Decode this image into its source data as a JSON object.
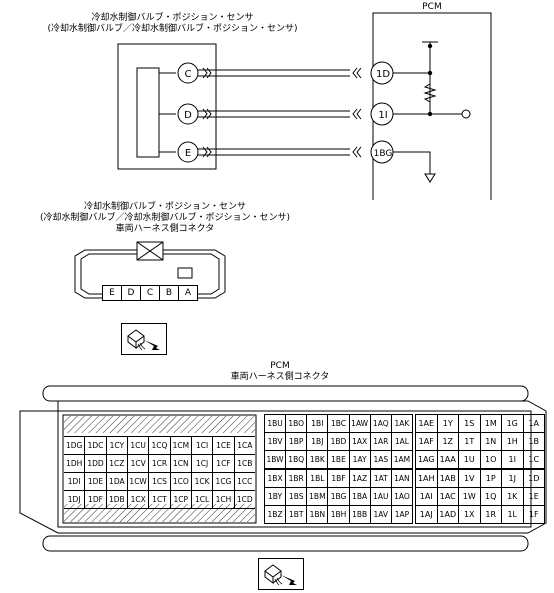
{
  "wiring": {
    "sensor_title_1": "冷却水制御バルブ・ポジション・センサ",
    "sensor_title_2": "(冷却水制御バルブ／冷却水制御バルブ・ポジション・センサ)",
    "pcm_title": "PCM",
    "sensor_pins": [
      "C",
      "D",
      "E"
    ],
    "pcm_pins": [
      "1D",
      "1I",
      "1BG"
    ]
  },
  "sensor_connector": {
    "title_1": "冷却水制御バルブ・ポジション・センサ",
    "title_2": "(冷却水制御バルブ／冷却水制御バルブ・ポジション・センサ)",
    "title_3": "車両ハーネス側コネクタ",
    "pins": [
      "E",
      "D",
      "C",
      "B",
      "A"
    ]
  },
  "pcm_connector": {
    "title_1": "PCM",
    "title_2": "車両ハーネス側コネクタ",
    "left_block": [
      [
        "1DG",
        "1DC",
        "1CY",
        "1CU",
        "1CQ",
        "1CM",
        "1CI",
        "1CE",
        "1CA"
      ],
      [
        "1DH",
        "1DD",
        "1CZ",
        "1CV",
        "1CR",
        "1CN",
        "1CJ",
        "1CF",
        "1CB"
      ],
      [
        "1DI",
        "1DE",
        "1DA",
        "1CW",
        "1CS",
        "1CO",
        "1CK",
        "1CG",
        "1CC"
      ],
      [
        "1DJ",
        "1DF",
        "1DB",
        "1CX",
        "1CT",
        "1CP",
        "1CL",
        "1CH",
        "1CD"
      ]
    ],
    "mid_block": [
      [
        "1BU",
        "1BO",
        "1BI",
        "1BC",
        "1AW",
        "1AQ",
        "1AK"
      ],
      [
        "1BV",
        "1BP",
        "1BJ",
        "1BD",
        "1AX",
        "1AR",
        "1AL"
      ],
      [
        "1BW",
        "1BQ",
        "1BK",
        "1BE",
        "1AY",
        "1AS",
        "1AM"
      ],
      [
        "1BX",
        "1BR",
        "1BL",
        "1BF",
        "1AZ",
        "1AT",
        "1AN"
      ],
      [
        "1BY",
        "1BS",
        "1BM",
        "1BG",
        "1BA",
        "1AU",
        "1AO"
      ],
      [
        "1BZ",
        "1BT",
        "1BN",
        "1BH",
        "1BB",
        "1AV",
        "1AP"
      ]
    ],
    "right_block": [
      [
        "1AE",
        "1Y",
        "1S",
        "1M",
        "1G",
        "1A"
      ],
      [
        "1AF",
        "1Z",
        "1T",
        "1N",
        "1H",
        "1B"
      ],
      [
        "1AG",
        "1AA",
        "1U",
        "1O",
        "1I",
        "1C"
      ],
      [
        "1AH",
        "1AB",
        "1V",
        "1P",
        "1J",
        "1D"
      ],
      [
        "1AI",
        "1AC",
        "1W",
        "1Q",
        "1K",
        "1E"
      ],
      [
        "1AJ",
        "1AD",
        "1X",
        "1R",
        "1L",
        "1F"
      ]
    ]
  },
  "icons": [
    "connector-view-icon",
    "connector-view-icon"
  ]
}
